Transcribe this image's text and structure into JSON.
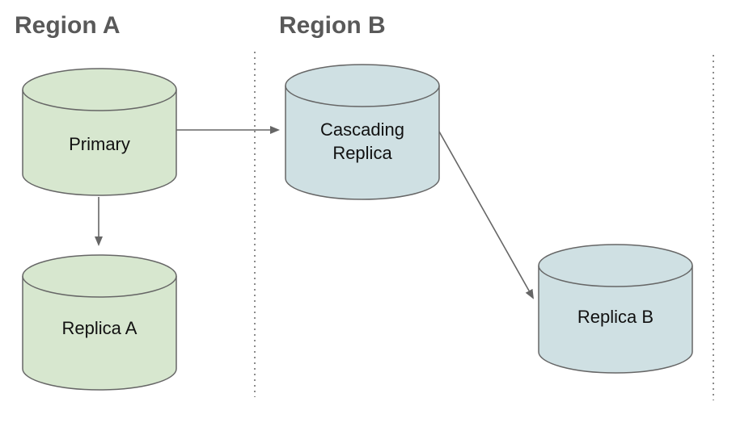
{
  "diagram": {
    "type": "database-replication-topology",
    "regions": [
      {
        "label": "Region A"
      },
      {
        "label": "Region B"
      }
    ],
    "nodes": {
      "primary": {
        "label": "Primary",
        "region": "Region A",
        "shape": "cylinder",
        "fill": "#d7e7cf"
      },
      "replica_a": {
        "label": "Replica A",
        "region": "Region A",
        "shape": "cylinder",
        "fill": "#d7e7cf"
      },
      "cascading_replica": {
        "label": "Cascading Replica",
        "label_line1": "Cascading",
        "label_line2": "Replica",
        "region": "Region B",
        "shape": "cylinder",
        "fill": "#cfe0e3"
      },
      "replica_b": {
        "label": "Replica B",
        "region": "Region B",
        "shape": "cylinder",
        "fill": "#cfe0e3"
      }
    },
    "edges": [
      {
        "from": "Primary",
        "to": "Cascading Replica",
        "style": "arrow"
      },
      {
        "from": "Primary",
        "to": "Replica A",
        "style": "arrow"
      },
      {
        "from": "Cascading Replica",
        "to": "Replica B",
        "style": "arrow"
      }
    ],
    "colors": {
      "green_fill": "#d7e7cf",
      "blue_fill": "#cfe0e3",
      "outline": "#666666",
      "arrow": "#666666",
      "heading_text": "#595959",
      "label_text": "#111111",
      "separator_dots": "#8c8c8c",
      "background": "#ffffff"
    }
  }
}
